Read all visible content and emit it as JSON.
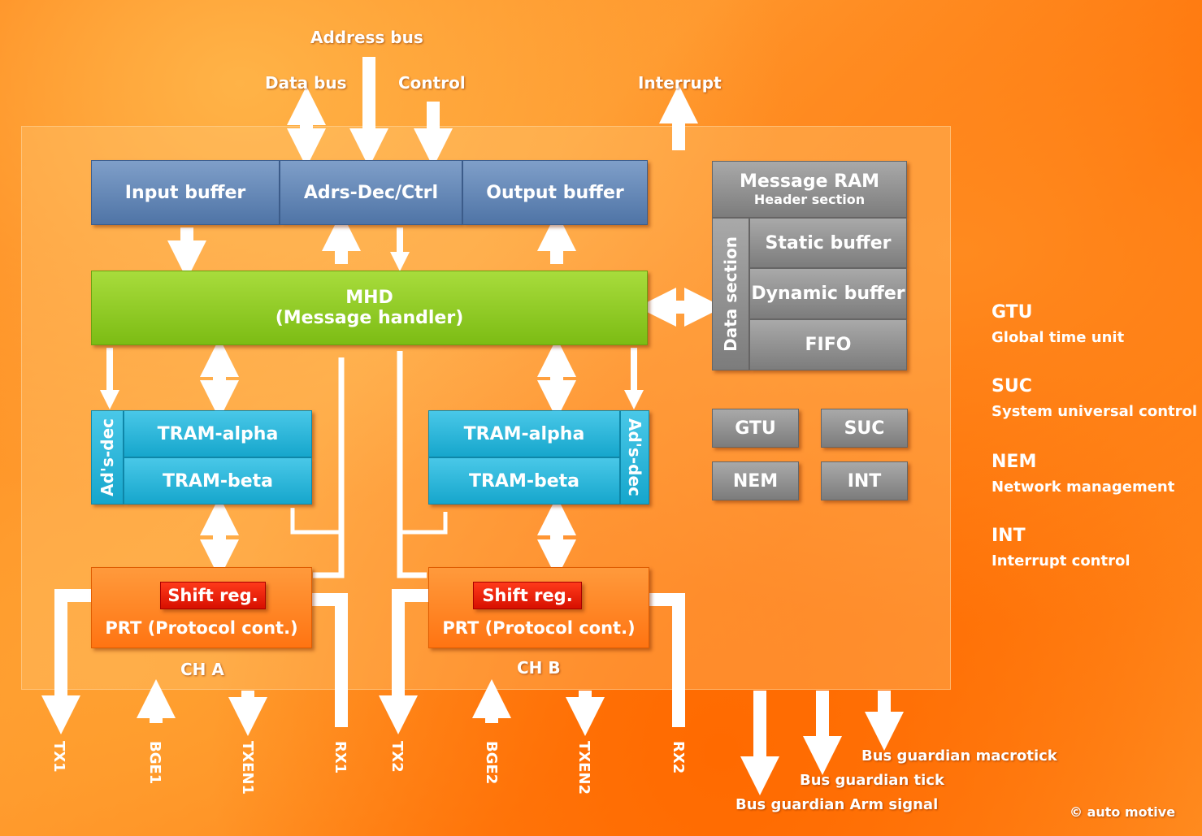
{
  "top_signals": {
    "address_bus": "Address bus",
    "data_bus": "Data bus",
    "control": "Control",
    "interrupt": "Interrupt"
  },
  "buffers": {
    "input": "Input buffer",
    "adrs_dec": "Adrs-Dec/Ctrl",
    "output": "Output buffer"
  },
  "mhd": {
    "title": "MHD",
    "subtitle": "(Message handler)"
  },
  "message_ram": {
    "title": "Message RAM",
    "header": "Header section",
    "data_section": "Data section",
    "static": "Static buffer",
    "dynamic": "Dynamic buffer",
    "fifo": "FIFO"
  },
  "modules": {
    "gtu": "GTU",
    "suc": "SUC",
    "nem": "NEM",
    "int": "INT"
  },
  "channel_a": {
    "adsdec": "Ad's-dec",
    "tram_alpha": "TRAM-alpha",
    "tram_beta": "TRAM-beta",
    "shift_reg": "Shift reg.",
    "prt": "PRT (Protocol cont.)",
    "name": "CH A"
  },
  "channel_b": {
    "adsdec": "Ad's-dec",
    "tram_alpha": "TRAM-alpha",
    "tram_beta": "TRAM-beta",
    "shift_reg": "Shift reg.",
    "prt": "PRT (Protocol cont.)",
    "name": "CH B"
  },
  "legend": [
    {
      "abbr": "GTU",
      "desc": "Global time unit"
    },
    {
      "abbr": "SUC",
      "desc": "System universal control"
    },
    {
      "abbr": "NEM",
      "desc": "Network management"
    },
    {
      "abbr": "INT",
      "desc": "Interrupt control"
    }
  ],
  "pins": {
    "tx1": "TX1",
    "bge1": "BGE1",
    "txen1": "TXEN1",
    "rx1": "RX1",
    "tx2": "TX2",
    "bge2": "BGE2",
    "txen2": "TXEN2",
    "rx2": "RX2"
  },
  "bus_guardian": {
    "macrotick": "Bus guardian macrotick",
    "tick": "Bus guardian tick",
    "arm": "Bus guardian Arm signal"
  },
  "copyright": "© auto motive"
}
